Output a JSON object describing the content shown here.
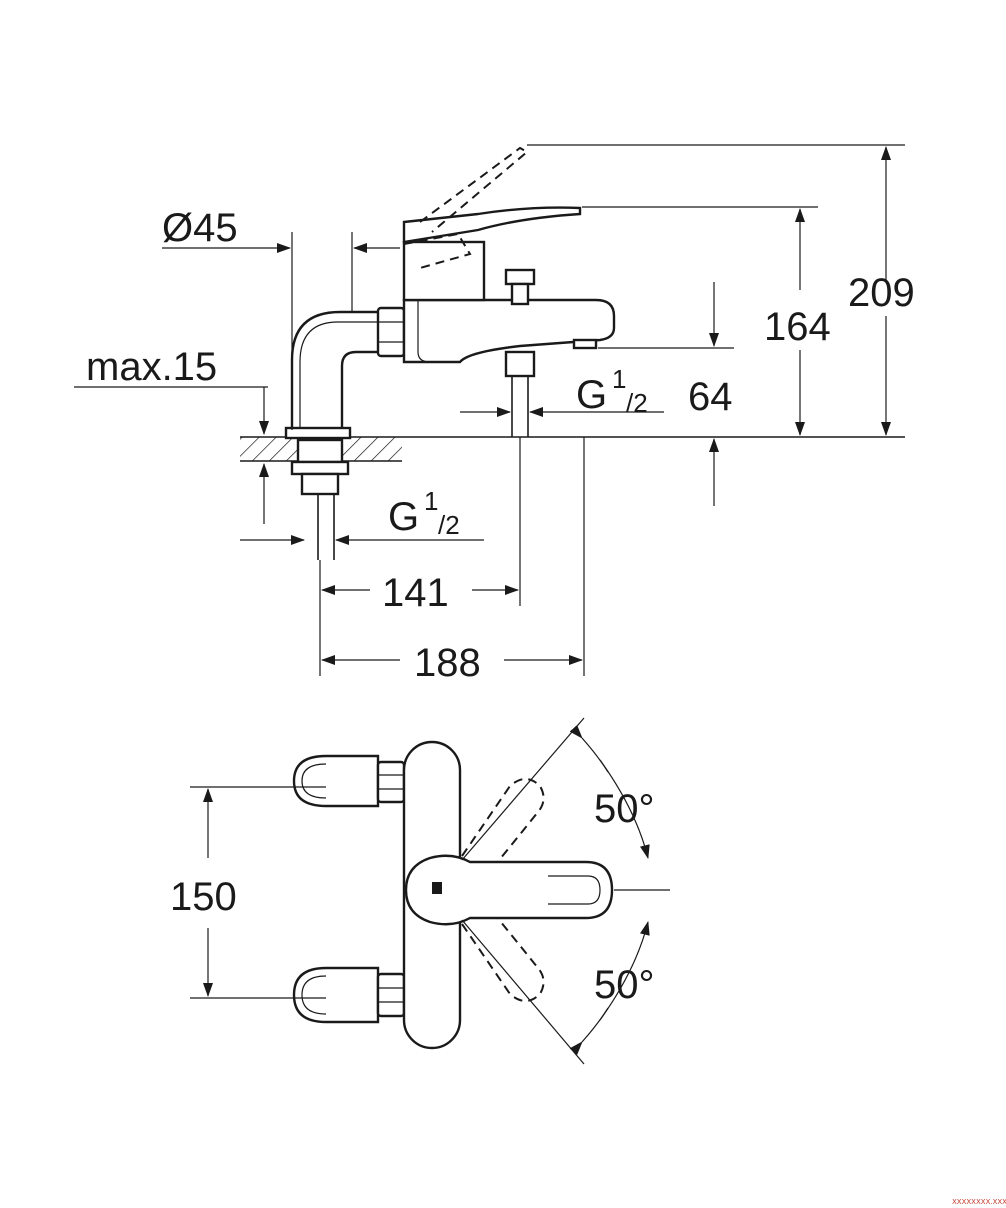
{
  "side_view": {
    "dim_diameter": "Ø45",
    "dim_max": "max.15",
    "dim_thread_outlet_main": "G",
    "dim_thread_outlet_sup": "1",
    "dim_thread_outlet_sub": "/2",
    "dim_outlet_height": "64",
    "dim_spout_height": "164",
    "dim_total_height": "209",
    "dim_thread_inlet_main": "G",
    "dim_thread_inlet_sup": "1",
    "dim_thread_inlet_sub": "/2",
    "dim_141": "141",
    "dim_188": "188"
  },
  "top_view": {
    "dim_150": "150",
    "angle_top": "50°",
    "angle_bottom": "50°"
  },
  "watermark": "XXXXXXXX.XXX"
}
